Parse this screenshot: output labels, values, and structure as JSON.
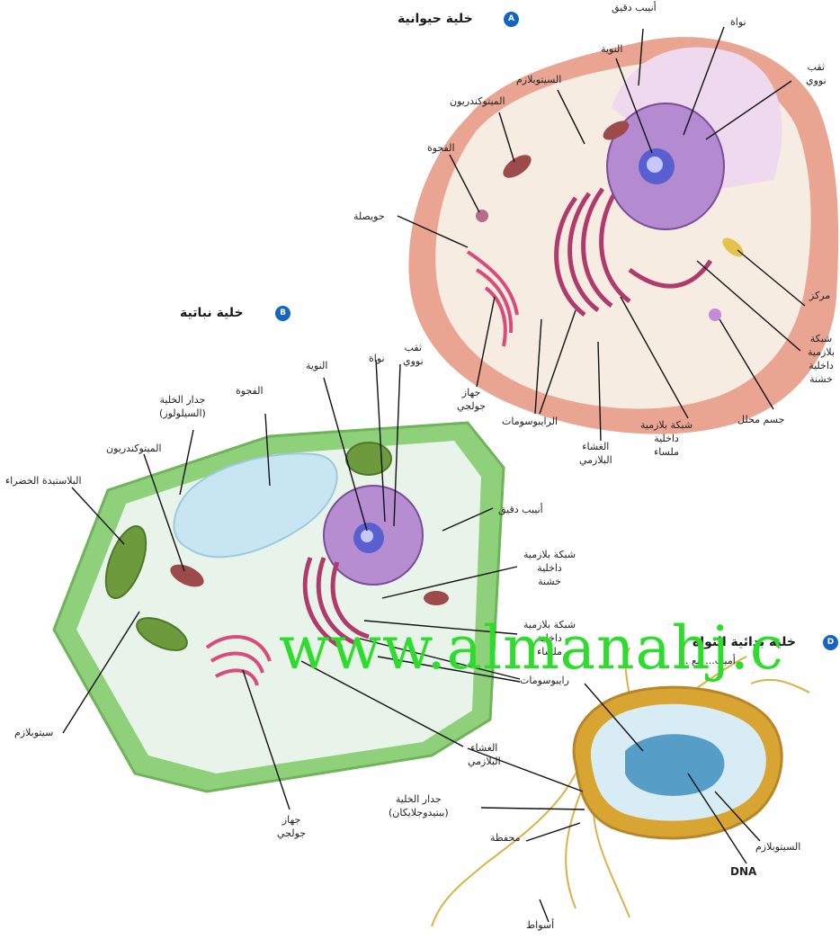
{
  "animal_cell": {
    "badge": "A",
    "title": "خلية حيوانية",
    "labels": {
      "microtubule": "أنيبب دقيق",
      "nucleus": "نواة",
      "nucleolus": "النوية",
      "nuclear_pore": "ثقب\nنووي",
      "cytoplasm": "السيتوبلازم",
      "mitochondrion": "الميتوكندريون",
      "vacuole": "الفجوة",
      "vesicle": "حويصلة",
      "centrosome": "مركز",
      "rough_er": "شبكة\nبلازمية\nداخلية\nخشنة",
      "lysosome": "جسم محلل",
      "smooth_er": "شبكة بلازمية\nداخلية\nملساء",
      "plasma_membrane": "الغشاء\nالبلازمي",
      "ribosomes": "الرايبوسومات",
      "golgi": "جهاز\nجولجي"
    }
  },
  "plant_cell": {
    "badge": "B",
    "title": "خلية نباتية",
    "labels": {
      "nuclear_pore": "ثقب\nنووي",
      "nucleus": "نواة",
      "nucleolus": "النوية",
      "vacuole": "الفجوة",
      "cell_wall": "جدار الخلية\n(السيلولوز)",
      "mitochondrion": "الميتوكندريون",
      "chloroplast": "البلاستيدة الخضراء",
      "microtubule": "أنيبب دقيق",
      "rough_er": "شبكة بلازمية\nداخلية\nخشنة",
      "smooth_er": "شبكة بلازمية\nداخلية\nملساء",
      "ribosomes": "رايبوسومات",
      "plasma_membrane": "الغشاء\nالبلازمي",
      "cytoplasm": "سيتوبلازم",
      "golgi": "جهاز\nجولجي"
    }
  },
  "prokaryote_cell": {
    "badge": "D",
    "title": "خلية بدائية النواة",
    "subtitle": "أميب... مع ...",
    "labels": {
      "cell_wall": "جدار الخلية\n(ببتيدوجلايكان)",
      "capsule": "محفظة",
      "cytoplasm": "السيتوبلازم",
      "dna": "DNA",
      "flagella": "أسواط"
    }
  },
  "watermark": "www.almanahj.c",
  "colors": {
    "badge_blue": "#1565c0",
    "watermark_green": "#2edc2e",
    "animal_membrane": "#e59a8a",
    "plant_wall": "#8fd07a",
    "bacteria_capsule": "#d9a532"
  }
}
